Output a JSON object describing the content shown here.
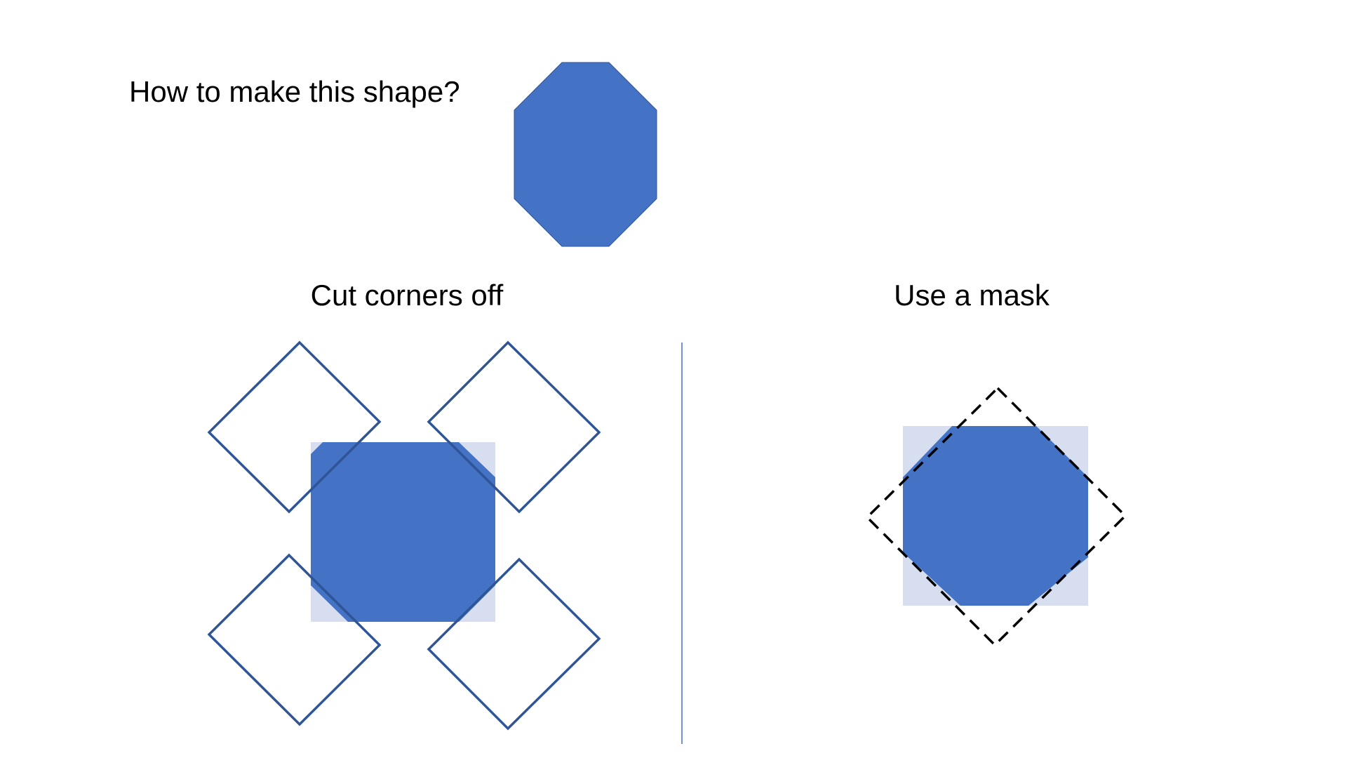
{
  "slide": {
    "question": "How to make this shape?",
    "left_heading": "Cut corners off",
    "right_heading": "Use a mask"
  },
  "colors": {
    "fill_blue": "#4472C4",
    "light_blue": "#D6DEF0",
    "outline_blue": "#2F5597",
    "divider_blue": "#4472C4",
    "mask_outline": "#000000"
  }
}
